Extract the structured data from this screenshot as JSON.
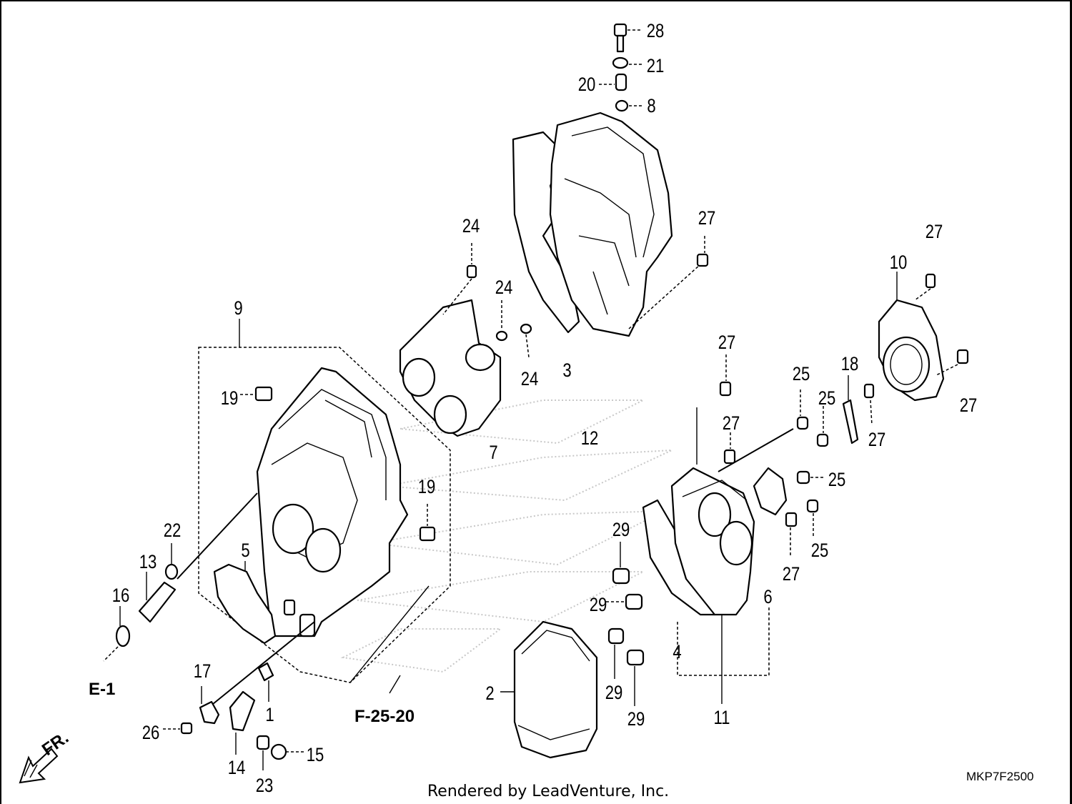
{
  "diagram": {
    "callouts": [
      {
        "id": "p28",
        "label": "28"
      },
      {
        "id": "p21",
        "label": "21"
      },
      {
        "id": "p20",
        "label": "20"
      },
      {
        "id": "p8",
        "label": "8"
      },
      {
        "id": "p27a",
        "label": "27"
      },
      {
        "id": "p27b",
        "label": "27"
      },
      {
        "id": "p10",
        "label": "10"
      },
      {
        "id": "p24a",
        "label": "24"
      },
      {
        "id": "p24b",
        "label": "24"
      },
      {
        "id": "p24c",
        "label": "24"
      },
      {
        "id": "p9",
        "label": "9"
      },
      {
        "id": "p3",
        "label": "3"
      },
      {
        "id": "p19a",
        "label": "19"
      },
      {
        "id": "p7",
        "label": "7"
      },
      {
        "id": "p12",
        "label": "12"
      },
      {
        "id": "p27c",
        "label": "27"
      },
      {
        "id": "p25a",
        "label": "25"
      },
      {
        "id": "p25b",
        "label": "25"
      },
      {
        "id": "p18",
        "label": "18"
      },
      {
        "id": "p27d",
        "label": "27"
      },
      {
        "id": "p27e",
        "label": "27"
      },
      {
        "id": "p27f",
        "label": "27"
      },
      {
        "id": "p19b",
        "label": "19"
      },
      {
        "id": "p25c",
        "label": "25"
      },
      {
        "id": "p22",
        "label": "22"
      },
      {
        "id": "p5",
        "label": "5"
      },
      {
        "id": "p29a",
        "label": "29"
      },
      {
        "id": "p25d",
        "label": "25"
      },
      {
        "id": "p13",
        "label": "13"
      },
      {
        "id": "p27g",
        "label": "27"
      },
      {
        "id": "p16",
        "label": "16"
      },
      {
        "id": "p29b",
        "label": "29"
      },
      {
        "id": "p6",
        "label": "6"
      },
      {
        "id": "p4",
        "label": "4"
      },
      {
        "id": "p17",
        "label": "17"
      },
      {
        "id": "p1",
        "label": "1"
      },
      {
        "id": "p2",
        "label": "2"
      },
      {
        "id": "p29c",
        "label": "29"
      },
      {
        "id": "p29d",
        "label": "29"
      },
      {
        "id": "p11",
        "label": "11"
      },
      {
        "id": "p26",
        "label": "26"
      },
      {
        "id": "p15",
        "label": "15"
      },
      {
        "id": "p14",
        "label": "14"
      },
      {
        "id": "p23",
        "label": "23"
      }
    ],
    "references": {
      "e1": "E-1",
      "f2520": "F-25-20",
      "fr": "FR."
    },
    "figure_code": "MKP7F2500",
    "credit": "Rendered by LeadVenture, Inc."
  }
}
